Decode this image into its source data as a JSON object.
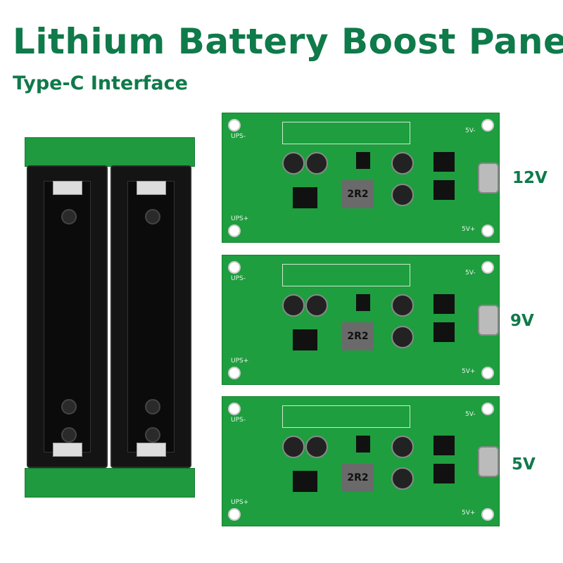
{
  "title": "Lithium Battery Boost Panel",
  "subtitle": "Type-C Interface",
  "accent_color": "#0f7a4a",
  "boards": [
    {
      "voltage": "12V",
      "inductor": "2R2",
      "neg_in": "UPS-",
      "pos_in": "UPS+",
      "neg_out": "5V-",
      "pos_out": "5V+"
    },
    {
      "voltage": "9V",
      "inductor": "2R2",
      "neg_in": "UPS-",
      "pos_in": "UPS+",
      "neg_out": "5V-",
      "pos_out": "5V+"
    },
    {
      "voltage": "5V",
      "inductor": "2R2",
      "neg_in": "UPS-",
      "pos_in": "UPS+",
      "neg_out": "5V-",
      "pos_out": "5V+"
    }
  ]
}
